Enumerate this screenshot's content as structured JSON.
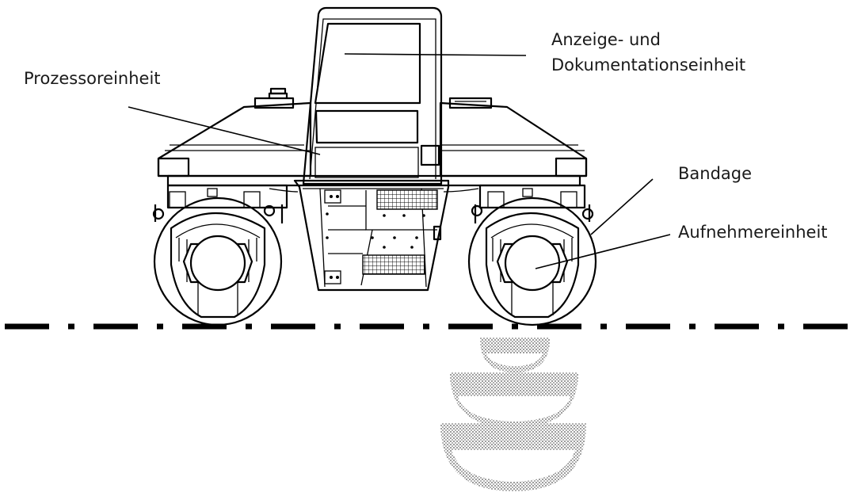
{
  "labels": {
    "display_line1": "Anzeige- und",
    "display_line2": "Dokumentationseinheit",
    "processor": "Prozessoreinheit",
    "drum": "Bandage",
    "sensor": "Aufnehmereinheit"
  },
  "icons": [
    "roller-compactor-drawing",
    "ground-line",
    "vibration-wave-icon"
  ],
  "colors": {
    "ink": "#000000",
    "text": "#1a1a1a",
    "background": "#ffffff"
  }
}
